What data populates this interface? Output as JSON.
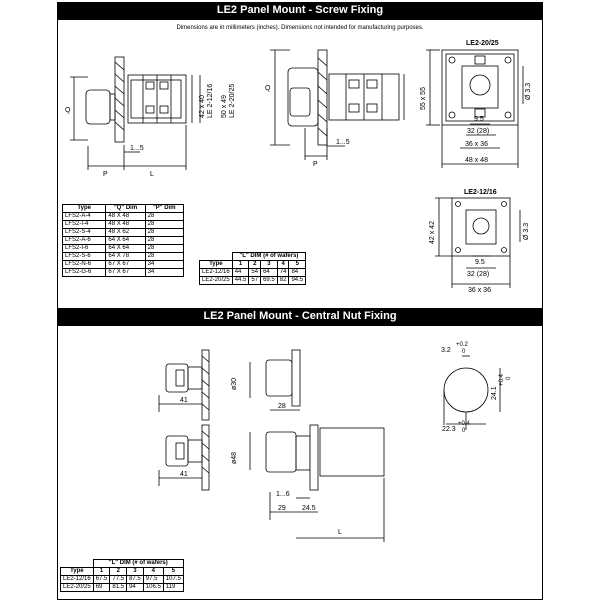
{
  "section_top": {
    "title": "LE2 Panel Mount - Screw Fixing",
    "note": "Dimensions are in millimeters (inches). Dimensions not intended for manufacturing purposes.",
    "labels": {
      "q1": "Q",
      "p1": "P",
      "l1": "L",
      "range1": "1...5",
      "v42": "42 x 40",
      "vle2a": "LE 2-12/16",
      "v50": "50 x 49",
      "vle2b": "LE 2-20/25",
      "q2": "Q",
      "p2": "P",
      "range2": "1...5",
      "model_a": "LE2-20/25",
      "d55": "55 x 55",
      "d33a": "Ø 3.3",
      "d95a": "9.5",
      "d32a": "32 (28)",
      "d36a": "36 x 36",
      "d48": "48 x 48",
      "model_b": "LE2-12/16",
      "d42": "42 x 42",
      "d33b": "Ø 3.3",
      "d95b": "9.5",
      "d32b": "32 (28)",
      "d36b": "36 x 36"
    },
    "qp_table": {
      "headers": [
        "Type",
        "\"Q\" Dim",
        "\"P\" Dim"
      ],
      "rows": [
        [
          "LFS2-A-4",
          "48 X 48",
          "28"
        ],
        [
          "LFS2-I-4",
          "48 X 48",
          "28"
        ],
        [
          "LFS2-S-4",
          "48 X 62",
          "28"
        ],
        [
          "LFS2-A-6",
          "64 X 64",
          "28"
        ],
        [
          "LFS2-I-6",
          "64 X 64",
          "28"
        ],
        [
          "LFS2-S-6",
          "64 X 78",
          "28"
        ],
        [
          "LFS2-N-6",
          "67 X 67",
          "34"
        ],
        [
          "LFS2-G-6",
          "67 X 67",
          "34"
        ]
      ]
    },
    "l_table": {
      "caption": "\"L\" DIM (# of wafers)",
      "type_header": "Type",
      "cols": [
        "1",
        "2",
        "3",
        "4",
        "5"
      ],
      "rows": [
        [
          "LE2-12/16",
          "44",
          "54",
          "64",
          "74",
          "84"
        ],
        [
          "LE2-20/25",
          "44.5",
          "57",
          "69.5",
          "82",
          "94.5"
        ]
      ]
    }
  },
  "section_bottom": {
    "title": "LE2 Panel Mount - Central Nut Fixing",
    "labels": {
      "d30": "ø30",
      "d41a": "41",
      "d28": "28",
      "d48": "ø48",
      "d41b": "41",
      "range": "1...6",
      "d29": "29",
      "d245": "24.5",
      "L": "L",
      "c32": "3.2",
      "c02": "+0.2",
      "c0a": "0",
      "c241": "24.1",
      "c04a": "+0.4",
      "c0b": "0",
      "c223": "22.3",
      "c04b": "+0.4",
      "c0c": "0"
    },
    "l_table": {
      "caption": "\"L\" DIM (# of wafers)",
      "type_header": "Type",
      "cols": [
        "1",
        "2",
        "3",
        "4",
        "5"
      ],
      "rows": [
        [
          "LE2-12/16",
          "67.5",
          "77.5",
          "87.5",
          "97.5",
          "107.5"
        ],
        [
          "LE2-20/25",
          "69",
          "81.5",
          "94",
          "106.5",
          "119"
        ]
      ]
    }
  }
}
